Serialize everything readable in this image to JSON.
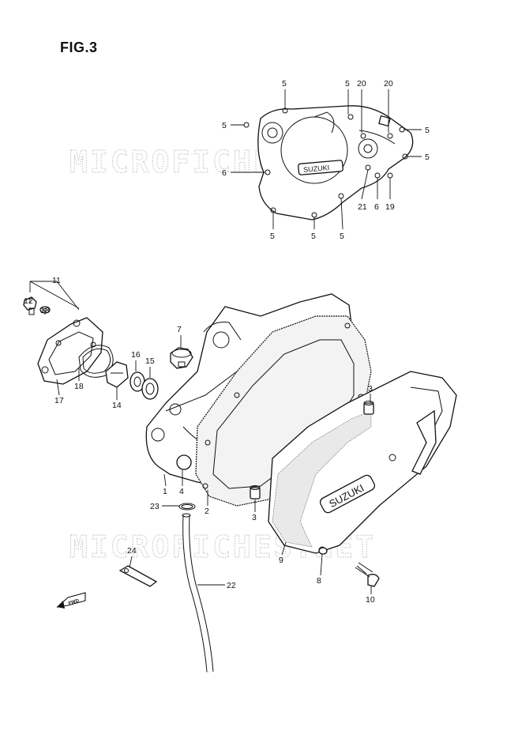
{
  "figure": {
    "title": "FIG.3"
  },
  "watermark": "MICROFICHES.NET",
  "cover_badge": "SUZUKI",
  "fwd_label": "FWD",
  "callouts": {
    "top": {
      "c5a": "5",
      "c5b": "5",
      "c20a": "20",
      "c20b": "20",
      "c5l": "5",
      "c5r1": "5",
      "c5r2": "5",
      "c6l": "6",
      "c21": "21",
      "c6b": "6",
      "c19": "19",
      "c5b1": "5",
      "c5b2": "5",
      "c5b3": "5"
    },
    "main": {
      "c11": "11",
      "c12": "12",
      "c13": "13",
      "c7": "7",
      "c16": "16",
      "c15": "15",
      "c18": "18",
      "c17": "17",
      "c14": "14",
      "c3a": "3",
      "c1": "1",
      "c4": "4",
      "c2": "2",
      "c3b": "3",
      "c23": "23",
      "c9": "9",
      "c8": "8",
      "c10": "10",
      "c24": "24",
      "c22": "22"
    }
  }
}
